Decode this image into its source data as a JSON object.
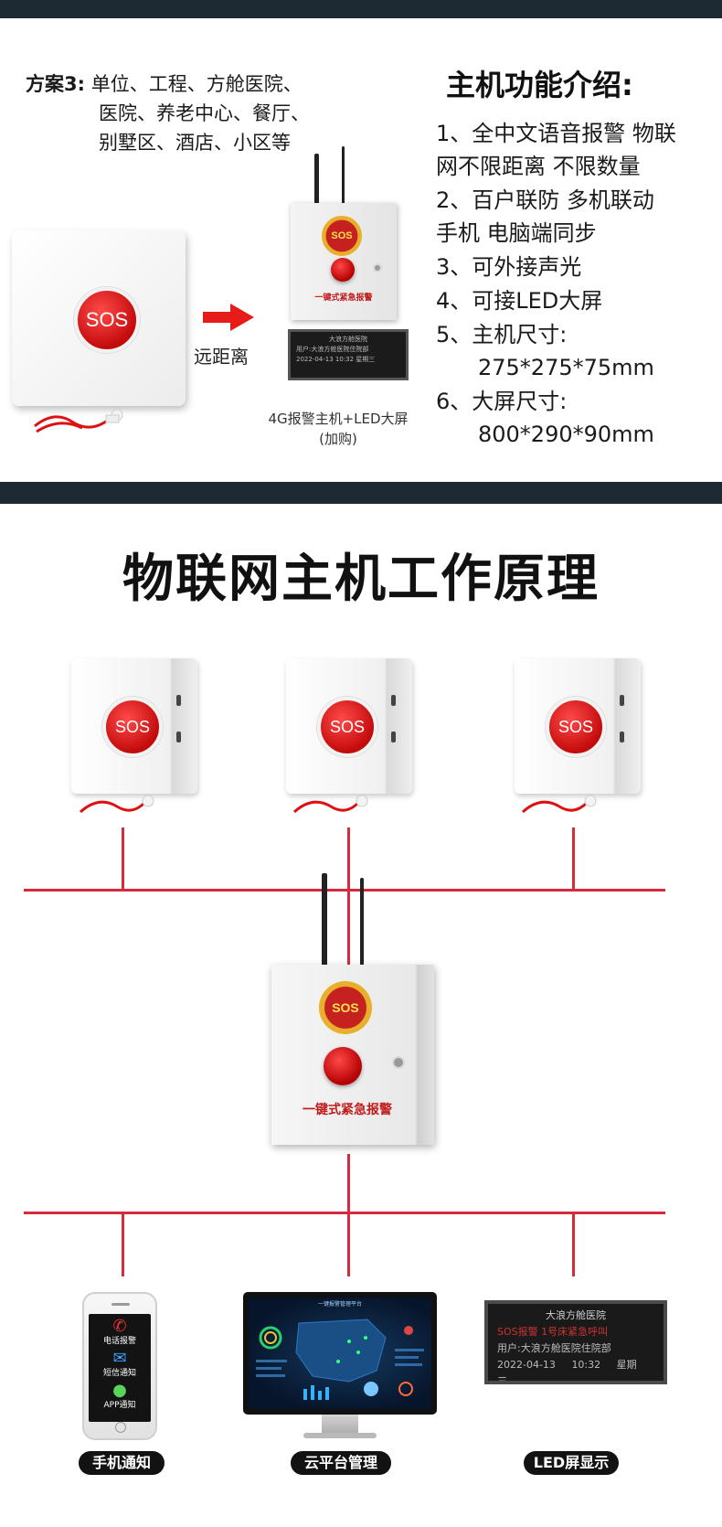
{
  "scheme": {
    "label": "方案3:",
    "line1": "单位、工程、方舱医院、",
    "line2": "医院、养老中心、餐厅、",
    "line3": "别墅区、酒店、小区等"
  },
  "features": {
    "title": "主机功能介绍:",
    "items": [
      {
        "line1": "1、全中文语音报警 物联",
        "line2": "网不限距离 不限数量"
      },
      {
        "line1": "2、百户联防  多机联动",
        "line2": "手机 电脑端同步"
      },
      {
        "line1": "3、可外接声光",
        "line2": ""
      },
      {
        "line1": "4、可接LED大屏",
        "line2": ""
      },
      {
        "line1": "5、主机尺寸:",
        "line2": "275*275*75mm"
      },
      {
        "line1": "6、大屏尺寸:",
        "line2": "800*290*90mm"
      }
    ]
  },
  "devices": {
    "sos_text": "SOS",
    "far_label": "远距离",
    "host_badge": "SOS",
    "host_label": "一键式紧急报警",
    "led_small_lines": [
      "大浪方舱医院",
      "用户:大浪方舱医院住院部",
      "2022-04-13  10:32  星期三"
    ],
    "host_caption_line1": "4G报警主机+LED大屏",
    "host_caption_line2": "(加购)"
  },
  "section2": {
    "title": "物联网主机工作原理",
    "phone": {
      "call": "电话报警",
      "sms": "短信通知",
      "app": "APP通知"
    },
    "monitor_title": "一键报警管理平台",
    "led": {
      "name": "大浪方舱医院",
      "alarm": "SOS报警  1号床紧急呼叫",
      "user": "用户:大浪方舱医院住院部",
      "date": "2022-04-13",
      "time": "10:32",
      "weekday": "星期三"
    },
    "labels": {
      "phone": "手机通知",
      "cloud": "云平台管理",
      "led": "LED屏显示"
    }
  },
  "colors": {
    "band": "#1e2a33",
    "line": "#d62b3a",
    "sos_red": "#c40b0b"
  }
}
